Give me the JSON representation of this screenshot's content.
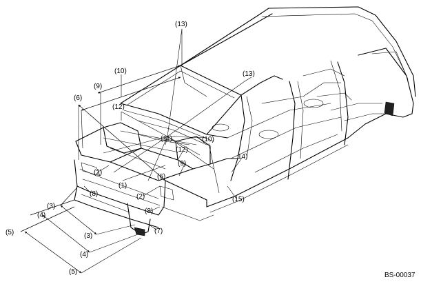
{
  "figure_code": "BS-00037",
  "callouts": {
    "c1": "(1)",
    "c2a": "(2)",
    "c2b": "(2)",
    "c3a": "(3)",
    "c3b": "(3)",
    "c4a": "(4)",
    "c4b": "(4)",
    "c5a": "(5)",
    "c5b": "(5)",
    "c6a": "(6)",
    "c6b": "(6)",
    "c7": "(7)",
    "c8a": "(8)",
    "c8b": "(8)",
    "c9a": "(9)",
    "c9b": "(9)",
    "c10a": "(10)",
    "c10b": "(10)",
    "c11": "(11)",
    "c12a": "(12)",
    "c12b": "(12)",
    "c13a": "(13)",
    "c13b": "(13)",
    "c14": "14)",
    "c15": "(15)"
  }
}
